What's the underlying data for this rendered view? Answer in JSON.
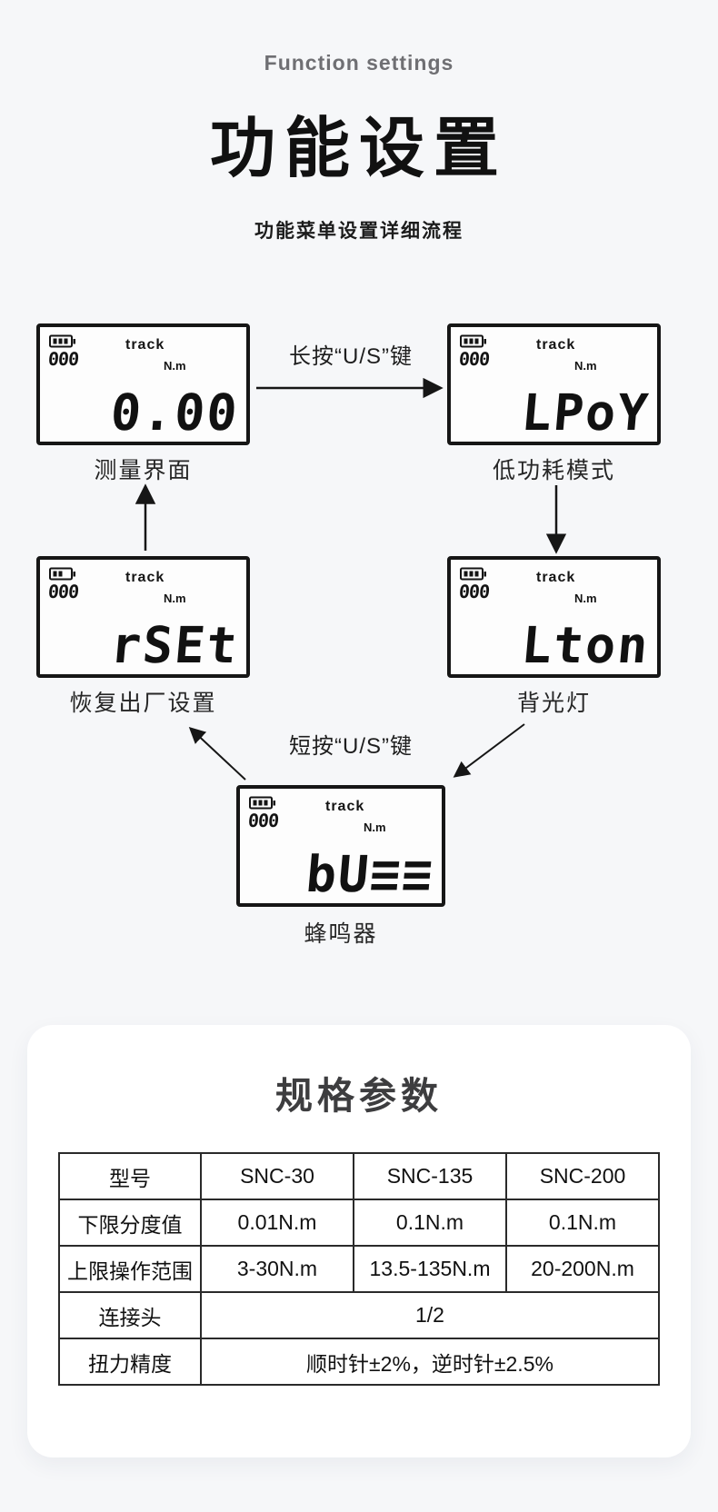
{
  "colors": {
    "page_bg": "#f6f7f9",
    "card_bg": "#ffffff",
    "ink": "#141414",
    "eyebrow_gray": "#6f6f73"
  },
  "header": {
    "eyebrow": "Function settings",
    "title": "功能设置",
    "subtitle": "功能菜单设置详细流程"
  },
  "diagram": {
    "long_press_label": "长按“U/S”键",
    "short_press_label": "短按“U/S”键",
    "lcd_common": {
      "counter": "000",
      "mode": "track",
      "unit": "N.m"
    },
    "panels": [
      {
        "id": "measure",
        "value": "0.00",
        "label": "测量界面"
      },
      {
        "id": "low-power",
        "value": "LPoY",
        "label": "低功耗模式"
      },
      {
        "id": "reset",
        "value": "rSEt",
        "label": "恢复出厂设置"
      },
      {
        "id": "backlight",
        "value": "Lton",
        "label": "背光灯"
      },
      {
        "id": "buzzer",
        "value": "bU≡≡",
        "label": "蜂鸣器"
      }
    ]
  },
  "specs": {
    "title": "规格参数",
    "table": {
      "rows": [
        {
          "label": "型号",
          "values": [
            "SNC-30",
            "SNC-135",
            "SNC-200"
          ]
        },
        {
          "label": "下限分度值",
          "values": [
            "0.01N.m",
            "0.1N.m",
            "0.1N.m"
          ]
        },
        {
          "label": "上限操作范围",
          "values": [
            "3-30N.m",
            "13.5-135N.m",
            "20-200N.m"
          ]
        },
        {
          "label": "连接头",
          "values": [
            "1/2"
          ]
        },
        {
          "label": "扭力精度",
          "values": [
            "顺时针±2%，逆时针±2.5%"
          ]
        }
      ]
    }
  }
}
